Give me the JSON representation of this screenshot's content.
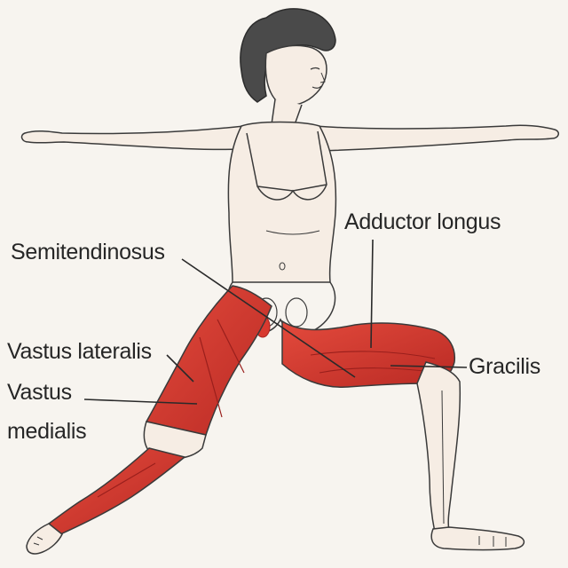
{
  "labels": {
    "adductor_longus": "Adductor longus",
    "semitendinosus": "Semitendinosus",
    "vastus_lateralis": "Vastus lateralis",
    "vastus_medialis_line1": "Vastus",
    "vastus_medialis_line2": "medialis",
    "gracilis": "Gracilis"
  },
  "colors": {
    "background": "#f7f4ef",
    "muscle": "#d8392f",
    "muscle_dark": "#a82320",
    "outline": "#3a3a3a",
    "hair": "#4a4a4a",
    "leader_line": "#2a2a2a"
  }
}
